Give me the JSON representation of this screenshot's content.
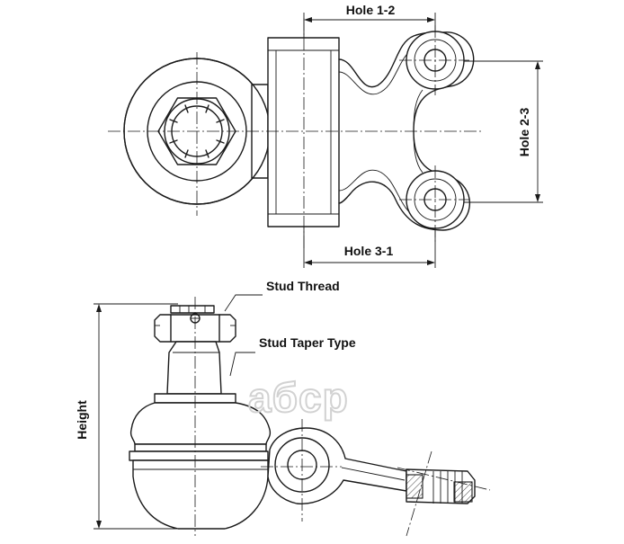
{
  "labels": {
    "hole_1_2": "Hole 1-2",
    "hole_2_3": "Hole 2-3",
    "hole_3_1": "Hole 3-1",
    "stud_thread": "Stud Thread",
    "stud_taper_type": "Stud Taper Type",
    "height": "Height"
  },
  "watermark": {
    "text": "aбcp",
    "color": "#d2d2d2"
  },
  "colors": {
    "line": "#1a1a1a",
    "background": "#ffffff"
  }
}
